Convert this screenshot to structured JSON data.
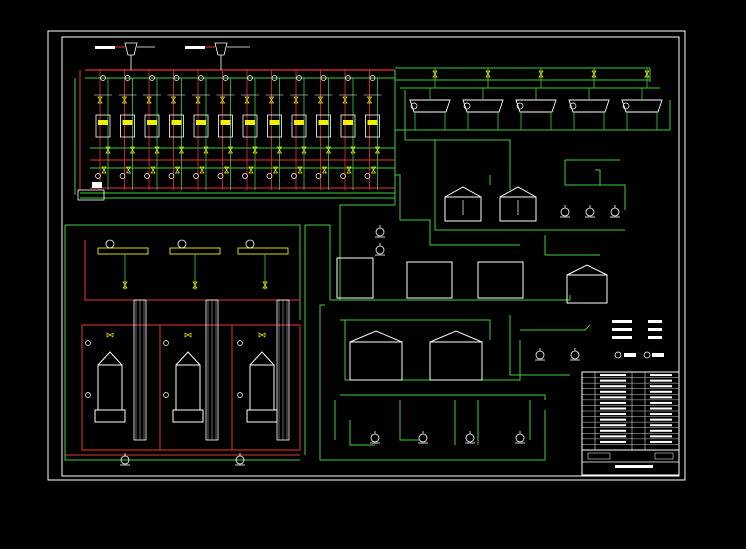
{
  "colors": {
    "background": "#000000",
    "frame": "#ffffff",
    "process_red": "#e8333a",
    "process_green": "#3ccf3c",
    "equipment_white": "#ffffff",
    "valve_yellow": "#f0f000",
    "accent_magenta": "#ff55ff"
  },
  "icons": {
    "cyclone": "cyclone-separator-icon",
    "evaporator": "evaporator-column-icon",
    "tank": "storage-tank-icon",
    "pump": "centrifugal-pump-icon",
    "valve": "gate-valve-icon",
    "boiler": "boiler-vessel-icon"
  },
  "title_block": {
    "rows": 14,
    "columns": 4
  },
  "legend": {
    "entries": 4
  }
}
